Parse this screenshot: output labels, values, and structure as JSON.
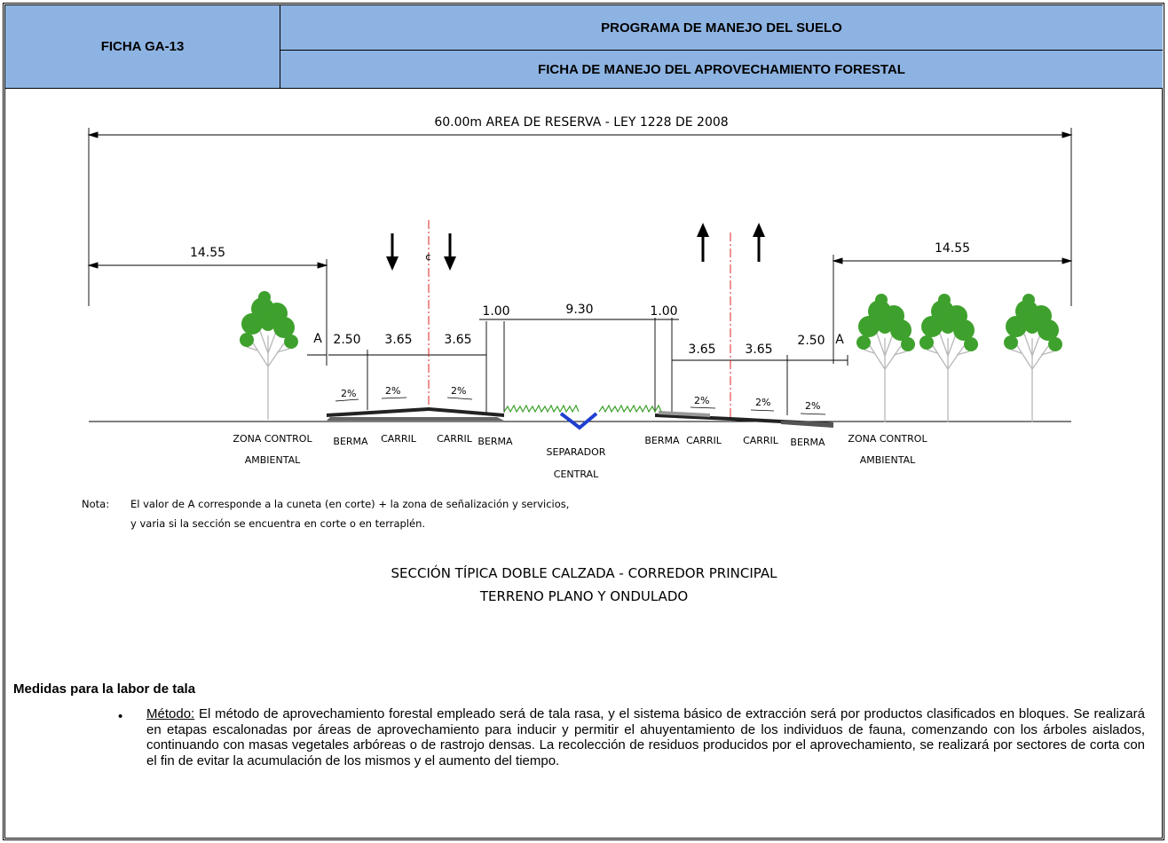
{
  "header": {
    "ficha": "FICHA GA-13",
    "programa": "PROGRAMA DE MANEJO DEL SUELO",
    "ficha_titulo": "FICHA DE MANEJO DEL APROVECHAMIENTO FORESTAL"
  },
  "drawing": {
    "top_dimension": "60.00m AREA DE RESERVA - LEY 1228 DE 2008",
    "dim_left": "14.55",
    "dim_right": "14.55",
    "dim_a_left": "A",
    "dim_a_right": "A",
    "dim_berma_left": "2.50",
    "dim_carril_1": "3.65",
    "dim_carril_2": "3.65",
    "dim_sep_left": "1.00",
    "dim_separador": "9.30",
    "dim_sep_right": "1.00",
    "dim_carril_3": "3.65",
    "dim_carril_4": "3.65",
    "dim_berma_right": "2.50",
    "centerline_mark": "¢",
    "slopes": [
      "2%",
      "2%",
      "2%",
      "2%",
      "2%",
      "2%"
    ],
    "labels": {
      "zona_left_1": "ZONA CONTROL",
      "zona_left_2": "AMBIENTAL",
      "berma_1": "BERMA",
      "carril_1": "CARRIL",
      "carril_2": "CARRIL",
      "berma_2": "BERMA",
      "separador_1": "SEPARADOR",
      "separador_2": "CENTRAL",
      "berma_3": "BERMA",
      "carril_3": "CARRIL",
      "carril_4": "CARRIL",
      "berma_4": "BERMA",
      "zona_right_1": "ZONA CONTROL",
      "zona_right_2": "AMBIENTAL"
    }
  },
  "note": {
    "label": "Nota:",
    "line1": "El valor de A corresponde a la cuneta (en corte) + la zona de señalización y servicios,",
    "line2": "y varia si la sección se encuentra en corte o en terraplén."
  },
  "section_title": {
    "line1": "SECCIÓN TÍPICA DOBLE CALZADA - CORREDOR PRINCIPAL",
    "line2": "TERRENO PLANO Y ONDULADO"
  },
  "measures": {
    "heading": "Medidas para la labor de tala",
    "bullet": "•",
    "method_label": "Método:",
    "method_text": " El método de aprovechamiento forestal empleado será de tala rasa, y el sistema básico de extracción será por productos clasificados en bloques. Se realizará en etapas escalonadas por áreas de aprovechamiento  para inducir y permitir el ahuyentamiento de los individuos de fauna, comenzando con los árboles aislados, continuando con masas vegetales arbóreas o de rastrojo densas. La recolección de residuos producidos por el aprovechamiento, se realizará por sectores de corta con el fin de evitar la acumulación de los mismos y el aumento del tiempo."
  },
  "colors": {
    "header_fill": "#8db3e2",
    "tree_green": "#3ea12d",
    "centerline_red": "#e02020",
    "water_blue": "#1f3fd0"
  }
}
